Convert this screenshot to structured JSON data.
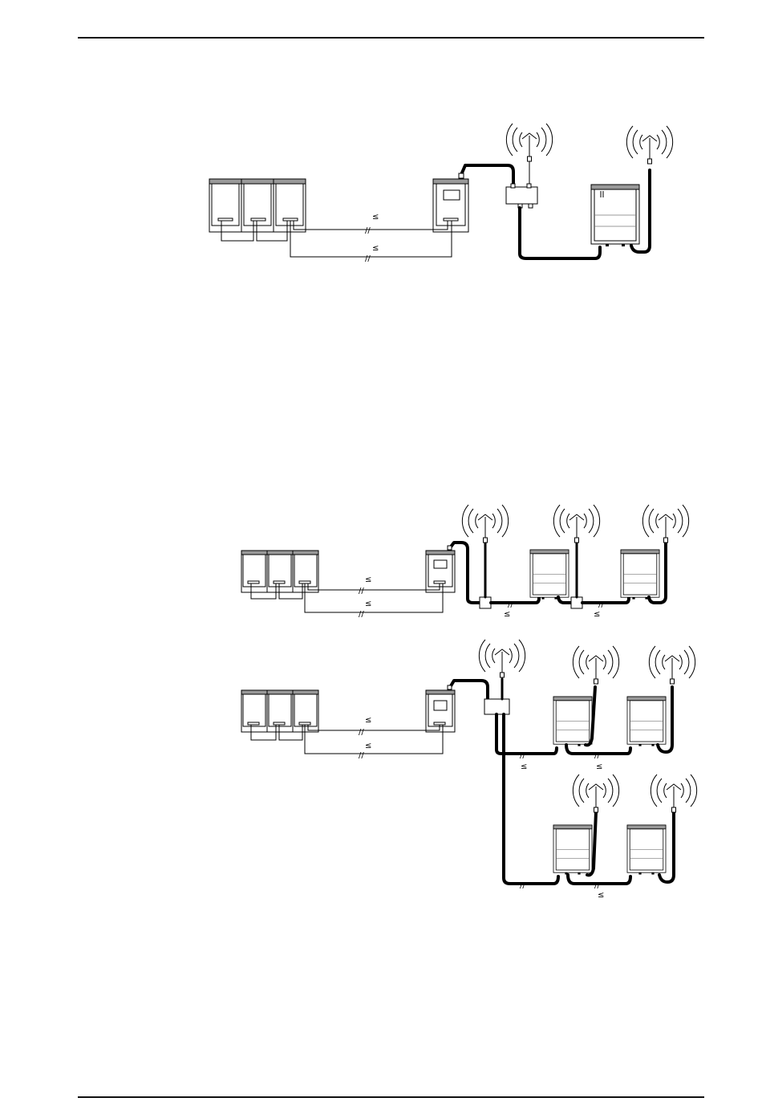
{
  "page": {
    "rule_color": "#111111"
  },
  "labels": {
    "le": "≤"
  },
  "diagrams": [
    {
      "name": "single-repeater-system",
      "cable_labels": [
        "≤",
        "≤"
      ]
    },
    {
      "name": "chained-repeaters-system",
      "cable_labels": [
        "≤",
        "≤",
        "≤",
        "≤"
      ]
    },
    {
      "name": "split-repeaters-system",
      "cable_labels": [
        "≤",
        "≤",
        "≤",
        "≤",
        "≤"
      ]
    }
  ]
}
